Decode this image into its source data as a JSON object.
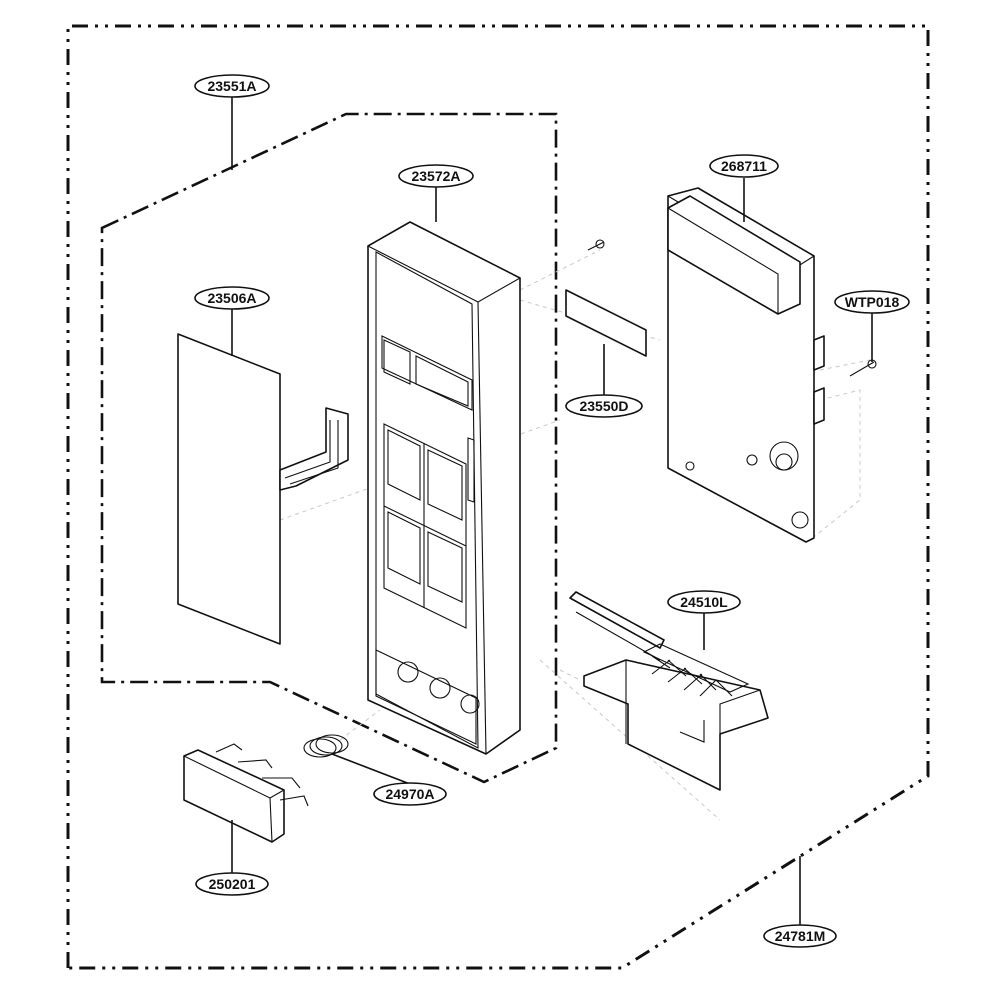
{
  "diagram": {
    "parts": [
      {
        "id": "outer-assembly",
        "label": "24781M"
      },
      {
        "id": "door-assembly",
        "label": "23551A"
      },
      {
        "id": "control-panel",
        "label": "23572A"
      },
      {
        "id": "membrane-switch",
        "label": "23506A"
      },
      {
        "id": "pcb-assembly",
        "label": "268711"
      },
      {
        "id": "screw",
        "label": "WTP018"
      },
      {
        "id": "window-sheet",
        "label": "23550D"
      },
      {
        "id": "bracket",
        "label": "24510L"
      },
      {
        "id": "spring",
        "label": "24970A"
      },
      {
        "id": "button",
        "label": "250201"
      }
    ]
  }
}
